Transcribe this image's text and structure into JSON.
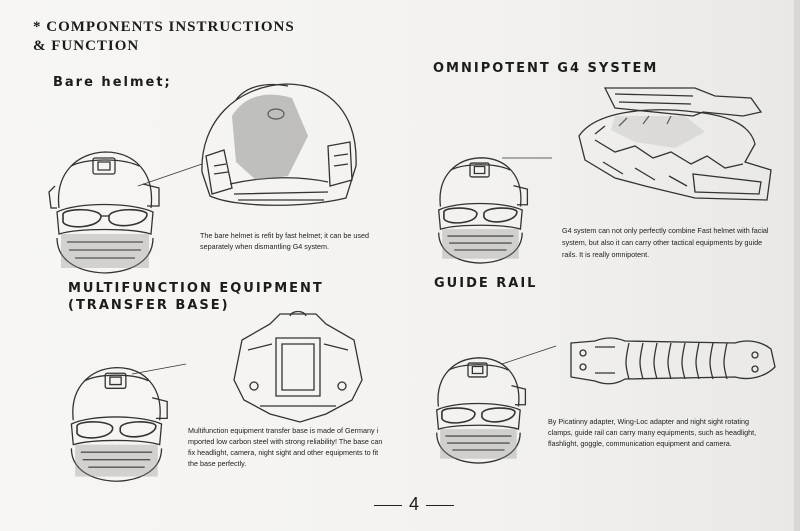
{
  "header": {
    "line1": "* COMPONENTS INSTRUCTIONS",
    "line2": "& FUNCTION"
  },
  "sections": {
    "bare": {
      "title": "Bare helmet;",
      "text_l1": "The bare helmet is refit by fast helmet; it can be used",
      "text_l2": "separately when dismantling G4 system."
    },
    "g4": {
      "title": "OMNIPOTENT G4 SYSTEM",
      "text_l1": "G4 system can not only perfectly combine Fast helmet with facial",
      "text_l2": "system, but also it can carry other tactical equipments by guide",
      "text_l3": "rails. It is really omnipotent."
    },
    "multi": {
      "title_l1": "MULTIFUNCTION EQUIPMENT",
      "title_l2": "(TRANSFER BASE)",
      "text_l1": "Multifunction equipment transfer base is made of Germany i",
      "text_l2": "mported low carbon steel with strong reliability! The base can",
      "text_l3": "fix headlight, camera, night sight and other equipments to fit",
      "text_l4": "the base perfectly."
    },
    "rail": {
      "title": "GUIDE RAIL",
      "text_l1": "By Picatinny adapter, Wing-Loc adapter and night sight rotating",
      "text_l2": "clamps, guide rail can carry many equipments, such as headlight,",
      "text_l3": "flashlight, goggle, communication equipment and camera."
    }
  },
  "page_number": "4"
}
